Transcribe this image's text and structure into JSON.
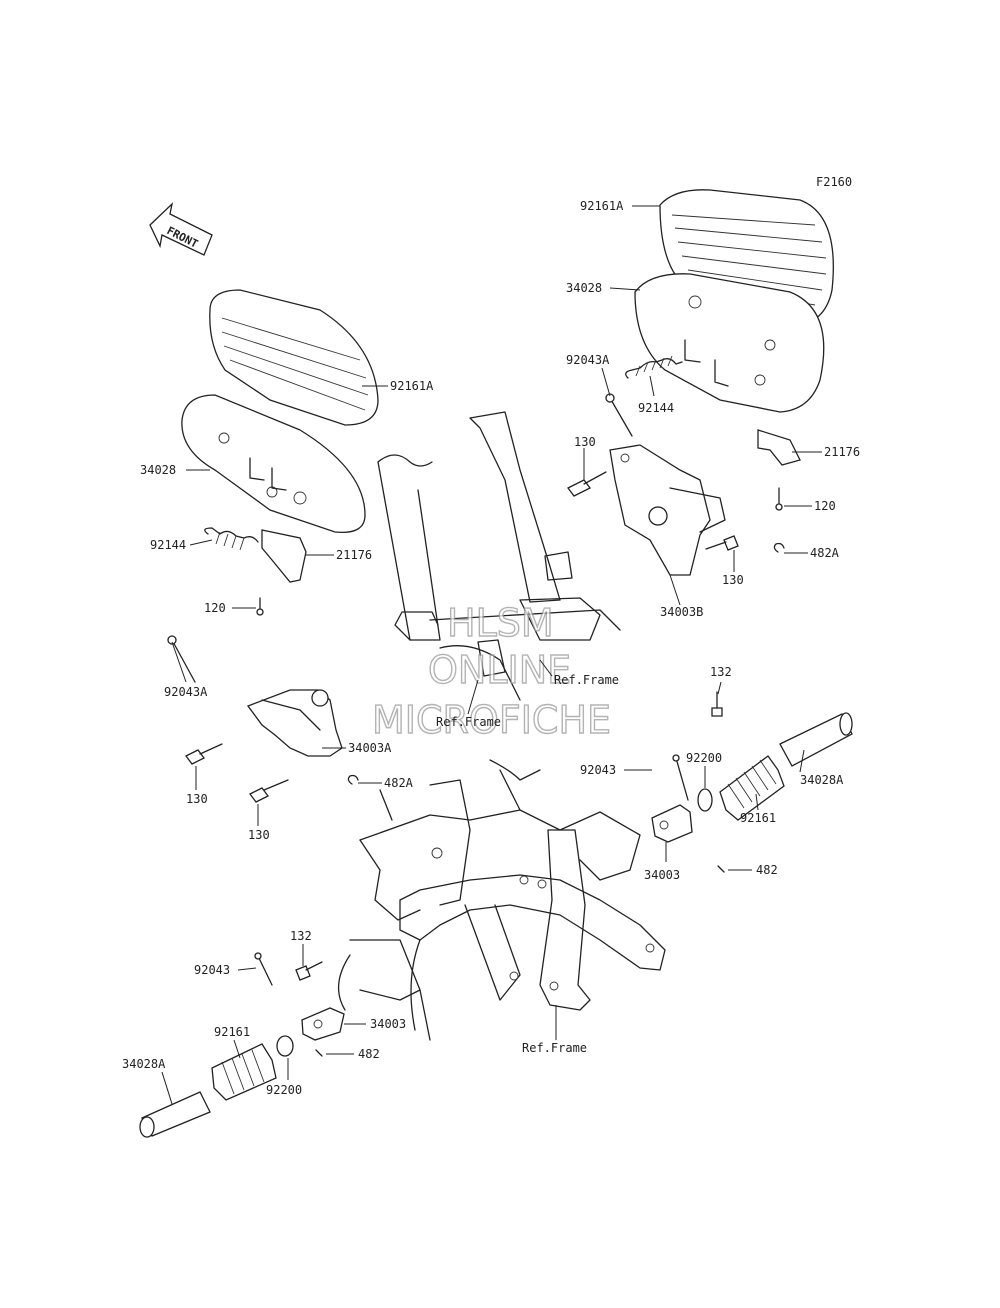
{
  "figure_code": "F2160",
  "front_label": "FRONT",
  "ref_frame_label": "Ref.Frame",
  "watermark": [
    "HLSM",
    "ONLINE",
    "MICROFICHE"
  ],
  "callouts": {
    "p92161A_r": "92161A",
    "p34028_r": "34028",
    "p92043A_r": "92043A",
    "p92144_r": "92144",
    "p130_r1": "130",
    "p21176_r": "21176",
    "p120_r": "120",
    "p482A_r": "482A",
    "p130_r2": "130",
    "p34003B": "34003B",
    "p92161A_l": "92161A",
    "p34028_l": "34028",
    "p92144_l": "92144",
    "p21176_l": "21176",
    "p120_l": "120",
    "p92043A_l": "92043A",
    "p34003A": "34003A",
    "p130_l1": "130",
    "p482A_l": "482A",
    "p130_l2": "130",
    "p132_r": "132",
    "p92043_r": "92043",
    "p92200_r": "92200",
    "p34028A_r": "34028A",
    "p92161_r": "92161",
    "p34003_r": "34003",
    "p482_r": "482",
    "p132_l": "132",
    "p92043_l": "92043",
    "p34003_l": "34003",
    "p92161_l": "92161",
    "p482_l": "482",
    "p34028A_l": "34028A",
    "p92200_l": "92200"
  }
}
